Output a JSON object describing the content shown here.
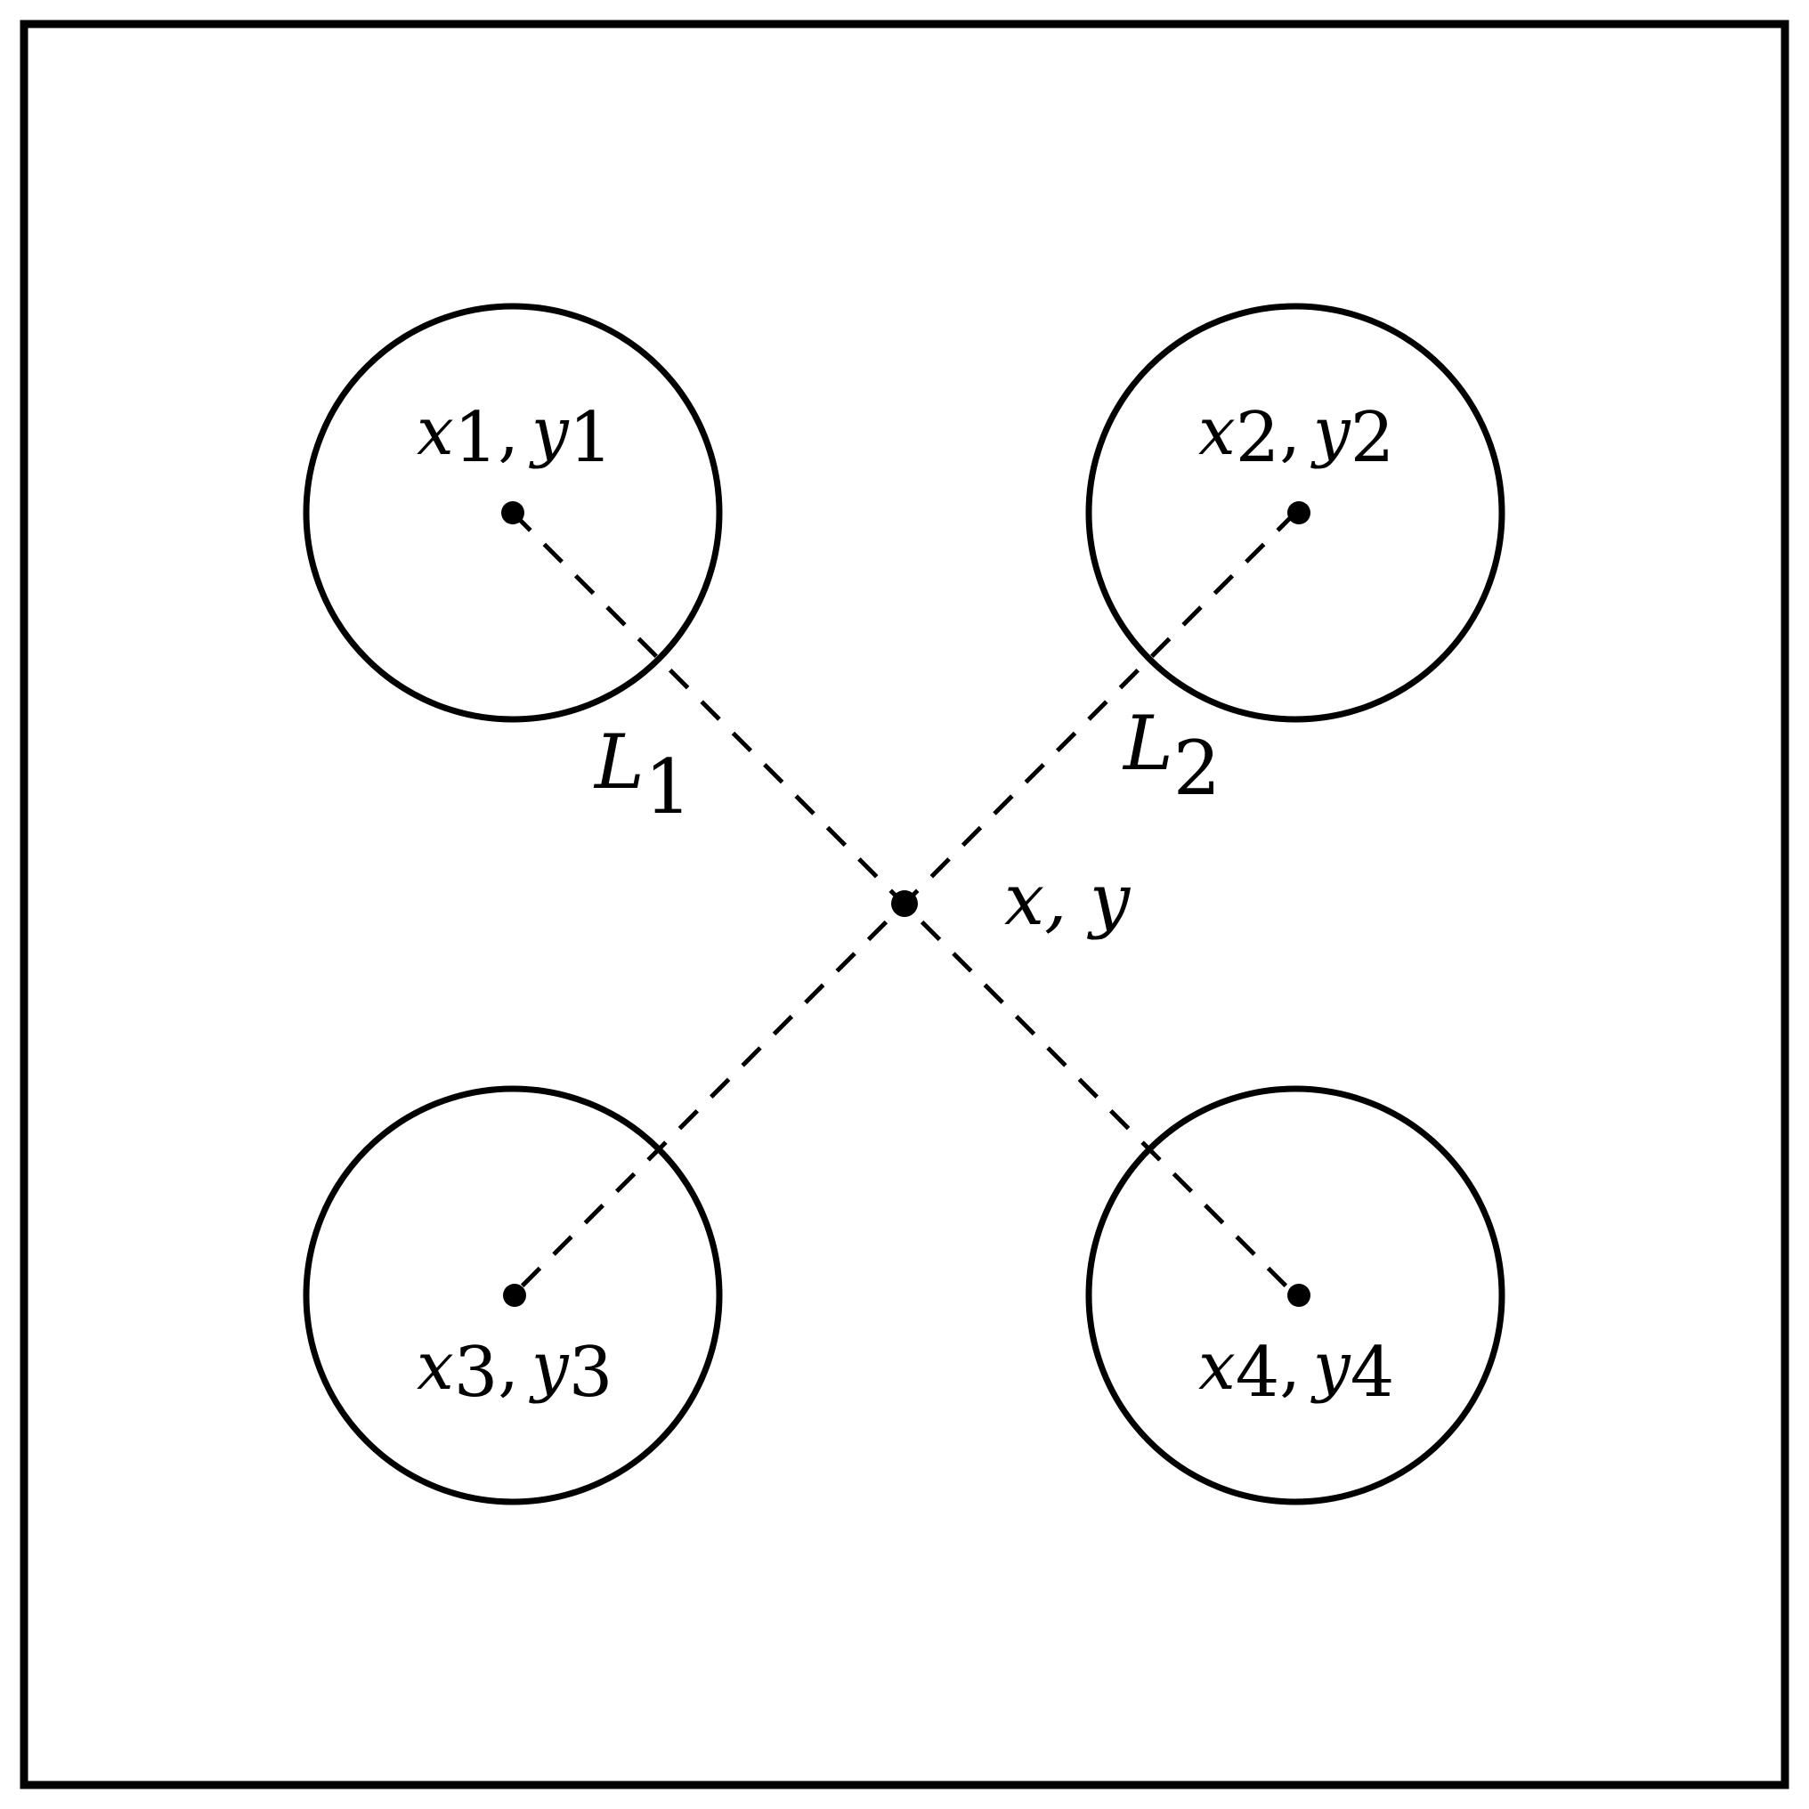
{
  "diagram": {
    "points": {
      "p1": {
        "var_x": "x",
        "sub_x": "1",
        "sep": ",",
        "var_y": "y",
        "sub_y": "1"
      },
      "p2": {
        "var_x": "x",
        "sub_x": "2",
        "sep": ",",
        "var_y": "y",
        "sub_y": "2"
      },
      "p3": {
        "var_x": "x",
        "sub_x": "3",
        "sep": ",",
        "var_y": "y",
        "sub_y": "3"
      },
      "p4": {
        "var_x": "x",
        "sub_x": "4",
        "sep": ",",
        "var_y": "y",
        "sub_y": "4"
      }
    },
    "center": {
      "label": "x, y"
    },
    "lines": {
      "L1": {
        "var": "L",
        "sub": "1"
      },
      "L2": {
        "var": "L",
        "sub": "2"
      }
    }
  }
}
